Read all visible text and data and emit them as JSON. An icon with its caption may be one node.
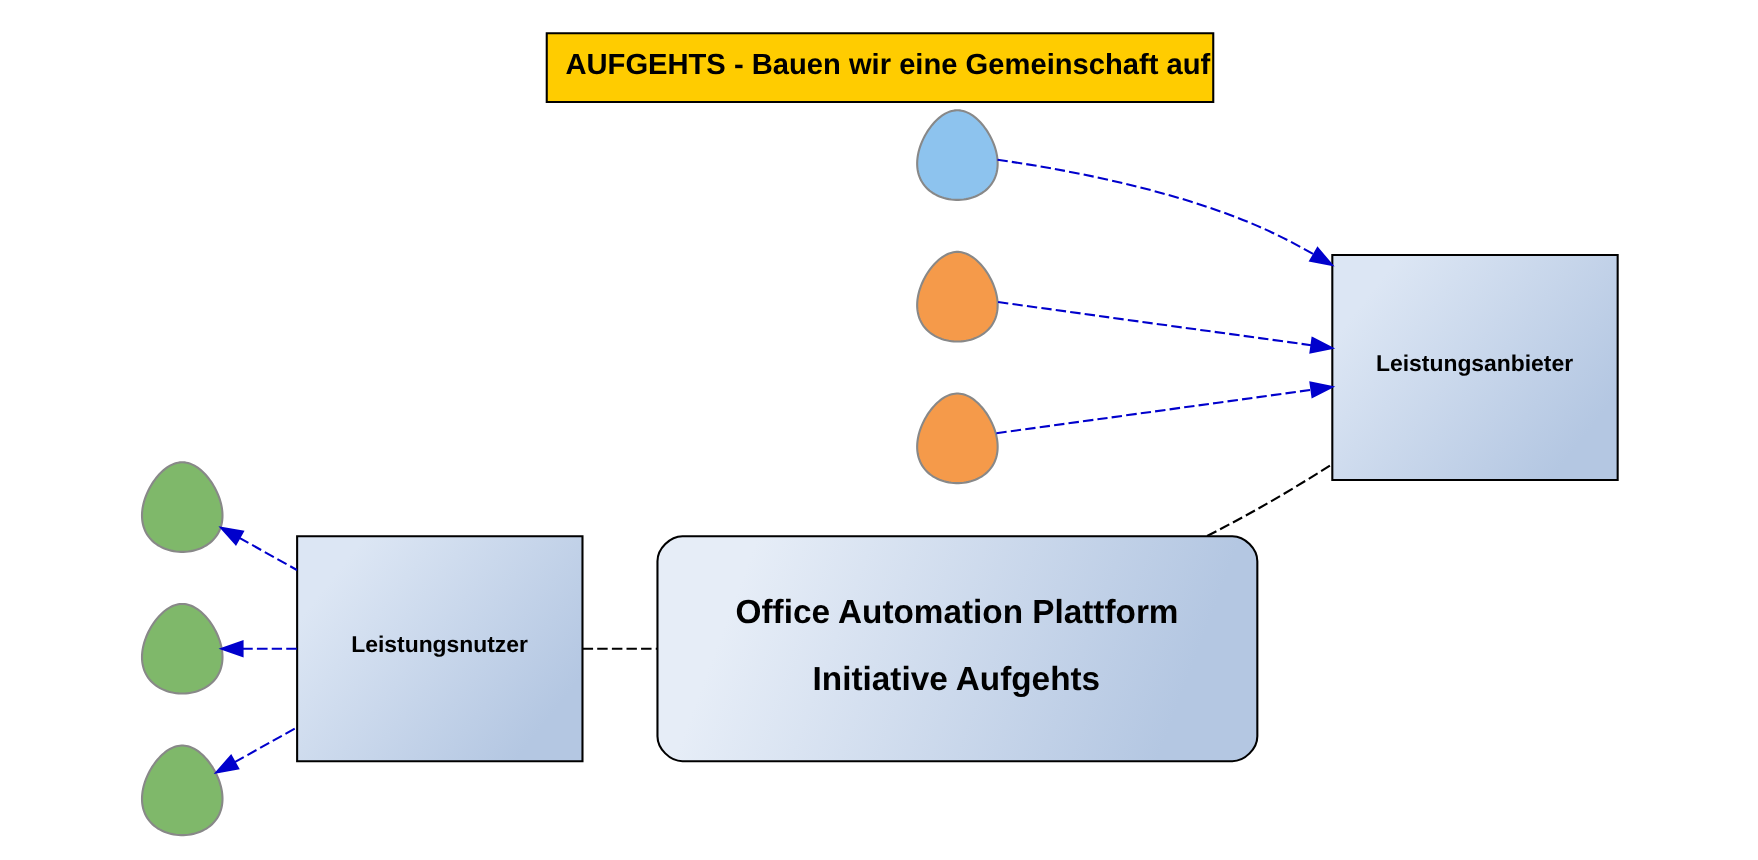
{
  "diagram": {
    "title": "AUFGEHTS - Bauen wir eine Gemeinschaft auf",
    "nodes": [
      {
        "text": [
          "Leistungsnutzer"
        ]
      },
      {
        "text": [
          "Office Automation Plattform",
          "Initiative Aufgehts"
        ]
      },
      {
        "text": [
          "Leistungsanbieter"
        ]
      },
      {
        "text": [],
        "shape": "person"
      },
      {
        "text": [],
        "shape": "person"
      },
      {
        "text": [],
        "shape": "person"
      },
      {
        "text": [],
        "shape": "person"
      },
      {
        "text": [],
        "shape": "person"
      },
      {
        "text": [],
        "shape": "person"
      }
    ],
    "edges": [
      {
        "from": 0,
        "to": 3,
        "arrow": "to",
        "style": "dashed"
      },
      {
        "from": 0,
        "to": 4,
        "arrow": "to",
        "style": "dashed"
      },
      {
        "from": 0,
        "to": 5,
        "arrow": "to",
        "style": "dashed"
      },
      {
        "from": 0,
        "to": 1,
        "arrow": "none",
        "style": "dashed",
        "color": "#000000"
      },
      {
        "from": 1,
        "to": 2,
        "arrow": "none",
        "style": "dashed",
        "color": "#000000"
      },
      {
        "from": 6,
        "to": 2,
        "arrow": "to",
        "style": "dashed"
      },
      {
        "from": 7,
        "to": 2,
        "arrow": "to",
        "style": "dashed"
      },
      {
        "from": 8,
        "to": 2,
        "arrow": "to",
        "style": "dashed"
      }
    ]
  }
}
